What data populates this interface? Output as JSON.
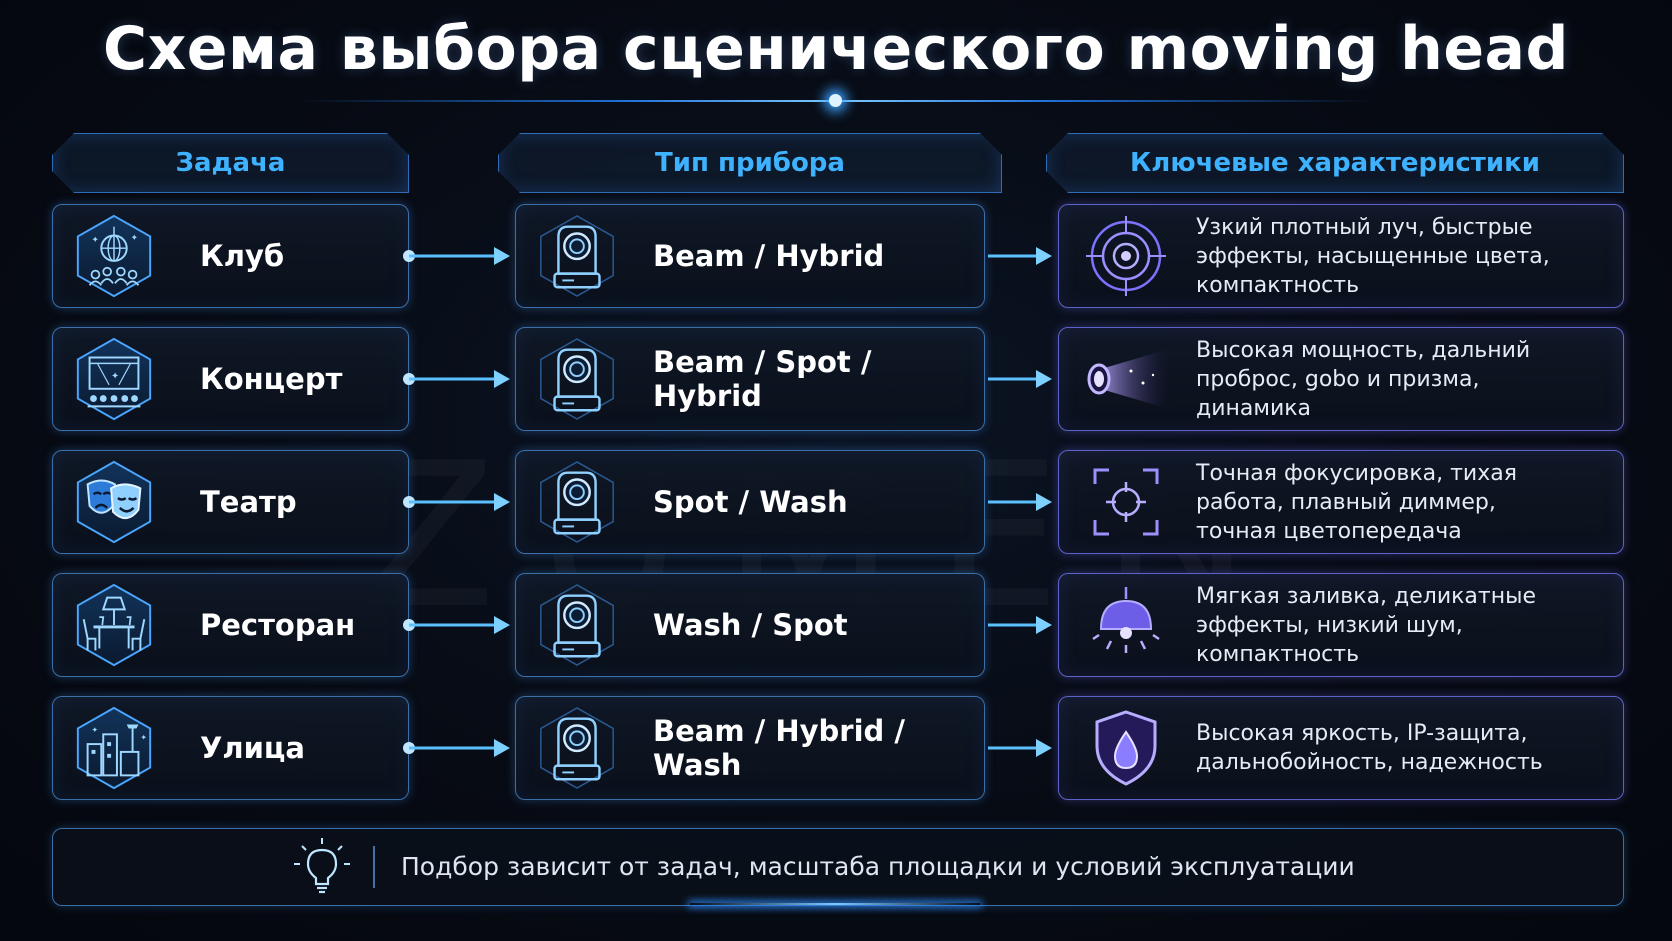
{
  "title": "Схема выбора сценического moving head",
  "watermark": "ZUMEN",
  "headers": {
    "task": "Задача",
    "type": "Тип прибора",
    "features": "Ключевые характеристики"
  },
  "rows": [
    {
      "task": "Клуб",
      "task_icon": "disco-ball-crowd-icon",
      "type": "Beam / Hybrid",
      "type_icon": "moving-head-icon",
      "features": "Узкий плотный луч, быстрые\nэффекты, насыщенные цвета,\nкомпактность",
      "feature_icon": "target-icon"
    },
    {
      "task": "Концерт",
      "task_icon": "concert-stage-icon",
      "type": "Beam / Spot / Hybrid",
      "type_icon": "moving-head-icon",
      "features": "Высокая мощность, дальний\nпроброс, gobo и призма,\nдинамика",
      "feature_icon": "beam-projector-icon"
    },
    {
      "task": "Театр",
      "task_icon": "theater-masks-icon",
      "type": "Spot / Wash",
      "type_icon": "moving-head-icon",
      "features": "Точная фокусировка, тихая\nработа, плавный диммер,\nточная цветопередача",
      "feature_icon": "focus-frame-icon"
    },
    {
      "task": "Ресторан",
      "task_icon": "restaurant-table-icon",
      "type": "Wash / Spot",
      "type_icon": "moving-head-icon",
      "features": "Мягкая заливка, деликатные\nэффекты, низкий шум,\nкомпактность",
      "feature_icon": "ceiling-lamp-icon"
    },
    {
      "task": "Улица",
      "task_icon": "city-street-icon",
      "type": "Beam / Hybrid / Wash",
      "type_icon": "moving-head-icon",
      "features": "Высокая яркость, IP-защита,\nдальнобойность, надежность",
      "feature_icon": "shield-drop-icon"
    }
  ],
  "footer": {
    "text": "Подбор зависит от задач, масштаба площадки и условий эксплуатации",
    "icon": "lightbulb-icon"
  },
  "colors": {
    "accent_blue": "#3fb2ff",
    "card_border": "#3a6fa8",
    "feature_border": "#5b63c9",
    "icon_violet": "#8a7dff"
  }
}
